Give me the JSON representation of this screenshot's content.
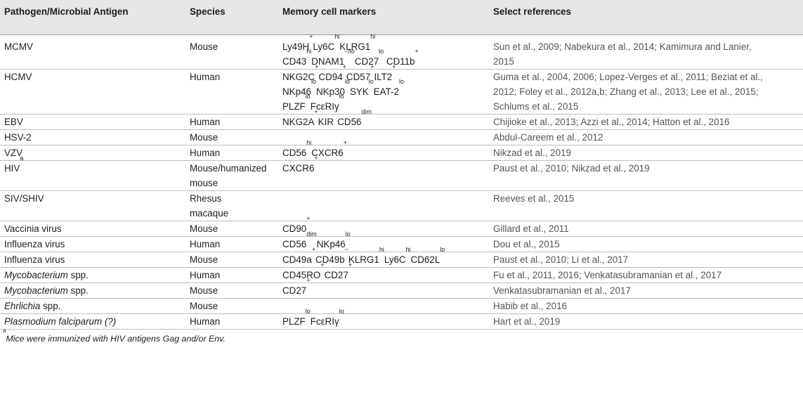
{
  "headers": {
    "pathogen": "Pathogen/Microbial Antigen",
    "species": "Species",
    "markers": "Memory cell markers",
    "refs": "Select references"
  },
  "rows": [
    {
      "pathogen": "MCMV",
      "species": "Mouse",
      "markers_lines": [
        [
          {
            "t": "Ly49H"
          },
          {
            "s": "+"
          },
          {
            "t": "Ly6C"
          },
          {
            "s": "hi"
          },
          {
            "t": "KLRG1"
          },
          {
            "s": "hi"
          }
        ],
        [
          {
            "t": "CD43"
          },
          {
            "s": "hi"
          },
          {
            "t": "DNAM1"
          },
          {
            "s": "−/lo"
          },
          {
            "t": "CD27"
          },
          {
            "s": "lo"
          },
          {
            "t": " CD11b"
          },
          {
            "s": "+"
          }
        ]
      ],
      "refs_lines": [
        "Sun et al., 2009; Nabekura et al., 2014; Kamimura and Lanier,",
        "2015"
      ]
    },
    {
      "pathogen": "HCMV",
      "species": "Human",
      "markers_lines": [
        [
          {
            "t": "NKG2C"
          },
          {
            "s": "+"
          },
          {
            "t": "CD94"
          },
          {
            "s": "+"
          },
          {
            "t": "CD57"
          },
          {
            "s": "+"
          },
          {
            "t": "ILT2"
          },
          {
            "s": "+"
          }
        ],
        [
          {
            "t": "NKp46"
          },
          {
            "s": "lo"
          },
          {
            "t": "NKp30"
          },
          {
            "s": "lo"
          },
          {
            "t": "SYK"
          },
          {
            "s": "lo"
          },
          {
            "t": "EAT-2"
          },
          {
            "s": "lo"
          }
        ],
        [
          {
            "t": "PLZF"
          },
          {
            "s": "lo"
          },
          {
            "t": "FcεRIγ"
          },
          {
            "s": "lo"
          }
        ]
      ],
      "refs_lines": [
        "Guma et al., 2004, 2006; Lopez-Verges et al., 2011; Beziat et al.,",
        "2012; Foley et al., 2012a,b; Zhang et al., 2013; Lee et al., 2015;",
        "Schlums et al., 2015"
      ]
    },
    {
      "pathogen": "EBV",
      "species": "Human",
      "markers_lines": [
        [
          {
            "t": "NKG2A"
          },
          {
            "s": "+"
          },
          {
            "t": "KIR"
          },
          {
            "s": "−"
          },
          {
            "t": "CD56"
          },
          {
            "s": "dim"
          }
        ]
      ],
      "refs_lines": [
        "Chijioke et al., 2013; Azzi et al., 2014; Hatton et al., 2016"
      ]
    },
    {
      "pathogen": "HSV-2",
      "species": "Mouse",
      "markers_lines": [],
      "refs_lines": [
        "Abdul-Careem et al., 2012"
      ]
    },
    {
      "pathogen": "VZV",
      "species": "Human",
      "markers_lines": [
        [
          {
            "t": "CD56"
          },
          {
            "s": "hi"
          },
          {
            "t": "CXCR6"
          },
          {
            "s": "+"
          }
        ]
      ],
      "refs_lines": [
        "Nikzad et al., 2019"
      ]
    },
    {
      "pathogen": "HIV",
      "pathogen_sup": "a",
      "species_lines": [
        "Mouse/humanized",
        "mouse"
      ],
      "markers_lines": [
        [
          {
            "t": "CXCR6"
          },
          {
            "s": "+"
          }
        ]
      ],
      "refs_lines": [
        "Paust et al., 2010; Nikzad et al., 2019"
      ]
    },
    {
      "pathogen": "SIV/SHIV",
      "species_lines": [
        "Rhesus",
        "macaque"
      ],
      "markers_lines": [],
      "refs_lines": [
        "Reeves et al., 2015"
      ]
    },
    {
      "pathogen": "Vaccinia virus",
      "species": "Mouse",
      "markers_lines": [
        [
          {
            "t": "CD90"
          },
          {
            "s": "+"
          }
        ]
      ],
      "refs_lines": [
        "Gillard et al., 2011"
      ]
    },
    {
      "pathogen": "Influenza virus",
      "species": "Human",
      "markers_lines": [
        [
          {
            "t": "CD56"
          },
          {
            "s": "dim"
          },
          {
            "t": "NKp46"
          },
          {
            "s": "lo"
          }
        ]
      ],
      "refs_lines": [
        "Dou et al., 2015"
      ]
    },
    {
      "pathogen": "Influenza virus",
      "species": "Mouse",
      "markers_lines": [
        [
          {
            "t": "CD49a"
          },
          {
            "s": "+"
          },
          {
            "t": "CD49b"
          },
          {
            "s": "−"
          },
          {
            "t": "KLRG1"
          },
          {
            "s": "hi"
          },
          {
            "t": "Ly6C"
          },
          {
            "s": "hi"
          },
          {
            "t": "CD62L"
          },
          {
            "s": "lo"
          }
        ]
      ],
      "refs_lines": [
        "Paust et al., 2010; Li et al., 2017"
      ]
    },
    {
      "pathogen": "Mycobacterium",
      "pathogen_tail": " spp.",
      "italic": true,
      "species": "Human",
      "markers_lines": [
        [
          {
            "t": "CD45RO"
          },
          {
            "s": "+"
          },
          {
            "t": "CD27"
          },
          {
            "s": "+"
          }
        ]
      ],
      "refs_lines": [
        "Fu et al., 2011, 2016; Venkatasubramanian et al., 2017"
      ]
    },
    {
      "pathogen": "Mycobacterium",
      "pathogen_tail": " spp.",
      "italic": true,
      "species": "Mouse",
      "markers_lines": [
        [
          {
            "t": "CD27"
          },
          {
            "s": "+"
          }
        ]
      ],
      "refs_lines": [
        "Venkatasubramanian et al., 2017"
      ]
    },
    {
      "pathogen": "Ehrlichia",
      "pathogen_tail": " spp.",
      "italic": true,
      "species": "Mouse",
      "markers_lines": [],
      "refs_lines": [
        "Habib et al., 2016"
      ]
    },
    {
      "pathogen": "Plasmodium falciparum (?)",
      "italic_full": true,
      "species": "Human",
      "markers_lines": [
        [
          {
            "t": "PLZF"
          },
          {
            "s": "lo"
          },
          {
            "t": "FcεRIγ"
          },
          {
            "s": "lo"
          }
        ]
      ],
      "refs_lines": [
        "Hart et al., 2019"
      ]
    }
  ],
  "footnote": {
    "sup": "a",
    "text": "Mice were immunized with HIV antigens Gag and/or Env."
  }
}
